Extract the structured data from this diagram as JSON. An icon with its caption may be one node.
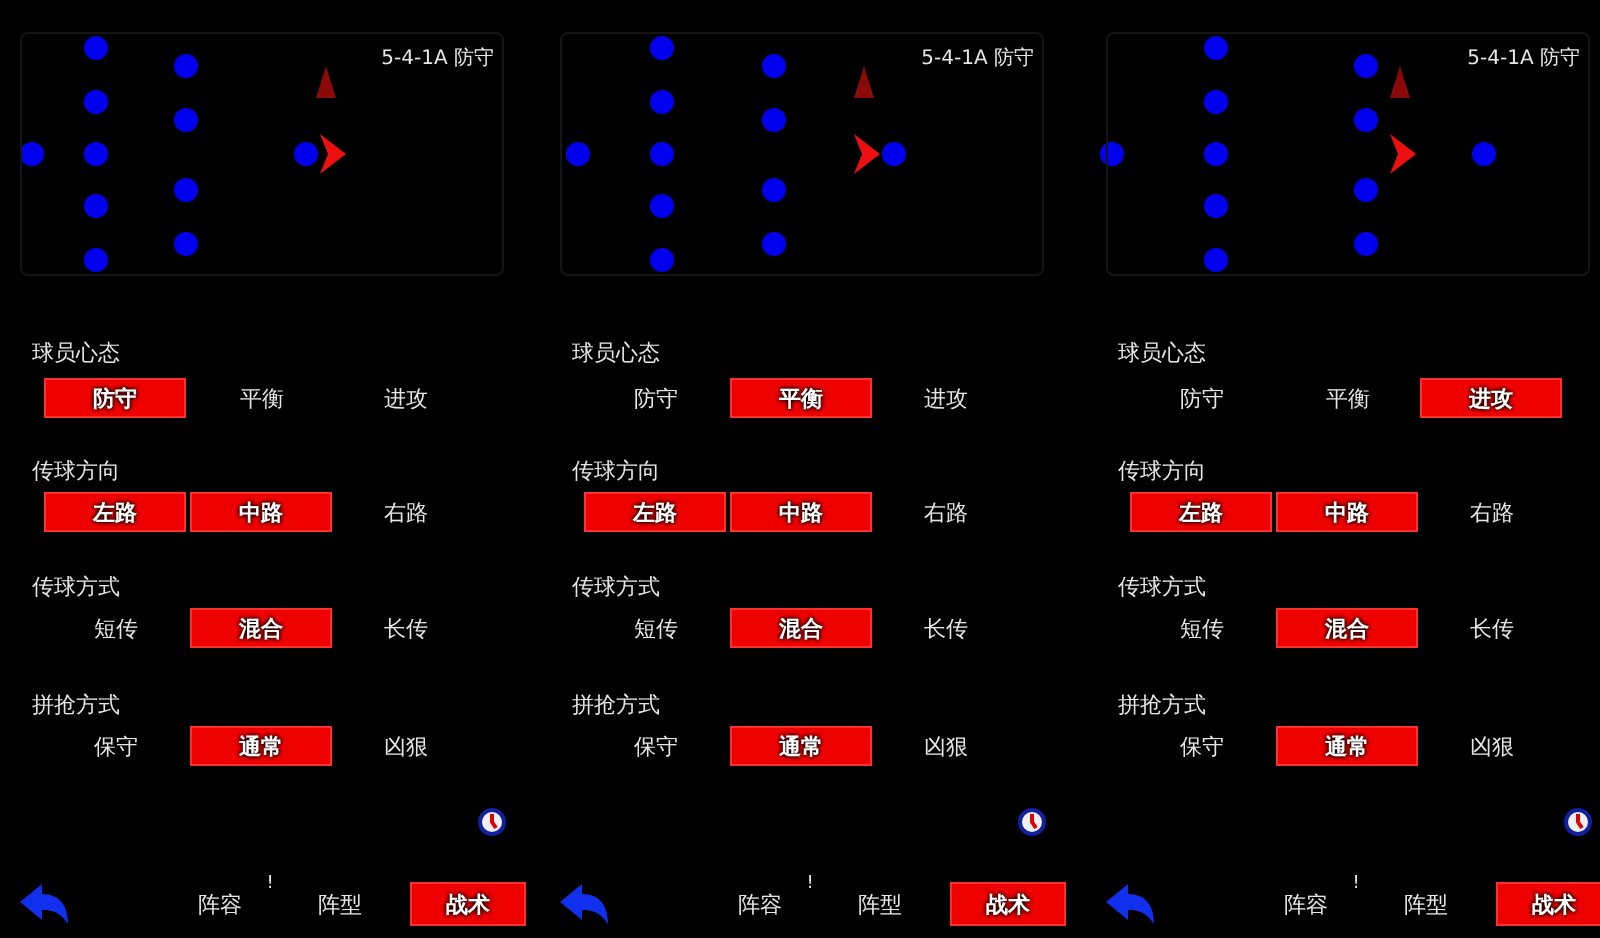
{
  "diagram": {
    "nodes": [
      {
        "text": [
          "5-4-1A 防守"
        ]
      },
      {
        "text": [
          "防守"
        ]
      },
      {
        "text": [
          "左路"
        ]
      },
      {
        "text": [
          "中路"
        ]
      },
      {
        "text": [
          "混合"
        ]
      },
      {
        "text": [
          "通常"
        ]
      },
      {
        "text": [
          "战术"
        ]
      },
      {
        "text": [
          "5-4-1A 防守"
        ]
      },
      {
        "text": [
          "平衡"
        ]
      },
      {
        "text": [
          "左路"
        ]
      },
      {
        "text": [
          "中路"
        ]
      },
      {
        "text": [
          "混合"
        ]
      },
      {
        "text": [
          "通常"
        ]
      },
      {
        "text": [
          "战术"
        ]
      },
      {
        "text": [
          "5-4-1A 防守"
        ]
      },
      {
        "text": [
          "进攻"
        ]
      },
      {
        "text": [
          "左路"
        ]
      },
      {
        "text": [
          "中路"
        ]
      },
      {
        "text": [
          "混合"
        ]
      },
      {
        "text": [
          "通常"
        ]
      },
      {
        "text": [
          "战术"
        ]
      }
    ],
    "labels": [
      "球员心态",
      "平衡",
      "进攻",
      "传球方向",
      "右路",
      "传球方式",
      "短传",
      "长传",
      "拼抢方式",
      "保守",
      "凶狠",
      "阵容",
      "!",
      "阵型",
      "球员心态",
      "防守",
      "进攻",
      "传球方向",
      "右路",
      "传球方式",
      "短传",
      "长传",
      "拼抢方式",
      "保守",
      "凶狠",
      "阵容",
      "!",
      "阵型",
      "球员心态",
      "防守",
      "平衡",
      "传球方向",
      "右路",
      "传球方式",
      "短传",
      "长传",
      "拼抢方式",
      "保守",
      "凶狠",
      "阵容",
      "!",
      "阵型"
    ]
  }
}
